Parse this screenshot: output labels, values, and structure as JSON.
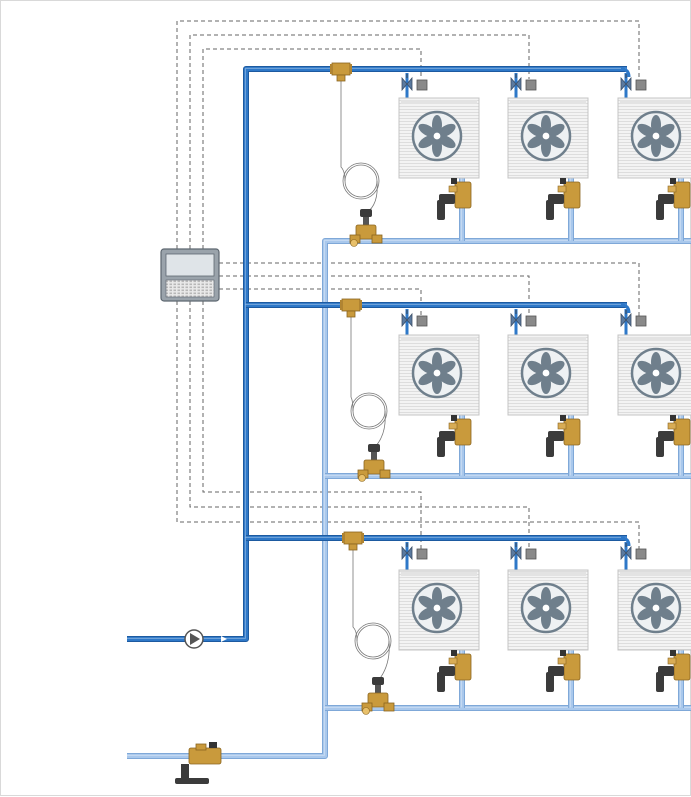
{
  "diagram": {
    "description_text": "",
    "colors": {
      "supply_pipe": "#2e78c8",
      "supply_pipe_edge": "#1d5aa0",
      "return_pipe": "#a9c8ec",
      "return_pipe_edge": "#7fa8d8",
      "control_line": "#666666",
      "capillary": "#777777",
      "unit_body": "#f2f2f2",
      "unit_fan": "#6f7f8c",
      "brass": "#c99a3c",
      "handle": "#3b3b3b",
      "actuator": "#8a8a8a"
    },
    "icons": [
      "pump-icon",
      "controller-icon",
      "fan-coil-unit-icon",
      "balancing-valve-icon",
      "differential-pressure-regulator-icon",
      "actuator-icon",
      "temperature-sensor-icon"
    ],
    "floors": [
      {
        "name": "floor-1",
        "units": 3
      },
      {
        "name": "floor-2",
        "units": 3
      },
      {
        "name": "floor-3",
        "units": 3
      }
    ]
  }
}
